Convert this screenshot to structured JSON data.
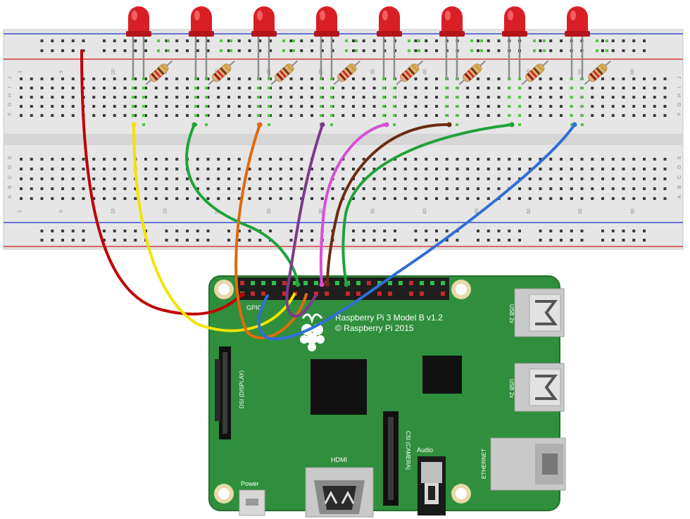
{
  "breadboard": {
    "row_letters": [
      "A",
      "B",
      "C",
      "D",
      "E",
      "F",
      "G",
      "H",
      "I",
      "J"
    ],
    "column_numbers": [
      "1",
      "5",
      "10",
      "15",
      "20",
      "25",
      "30",
      "35",
      "40",
      "45",
      "50",
      "55",
      "60"
    ],
    "color": "#e4e4e4",
    "rail_red": "#d23a3a",
    "rail_blue": "#3a4fcf"
  },
  "leds": {
    "count": 8,
    "color": "#d91f26"
  },
  "wires": {
    "colors": [
      "#c00000",
      "#f2e400",
      "#1fa33a",
      "#e06a10",
      "#7d3a8e",
      "#d94fd9",
      "#6b2b10",
      "#1fa33a",
      "#2f6fd6"
    ]
  },
  "board": {
    "title": "Raspberry Pi 3 Model B v1.2",
    "copyright": "© Raspberry Pi 2015",
    "gpio_label": "GPIO",
    "dsi_label": "DSI (DISPLAY)",
    "csi_label": "CSI (CAMERA)",
    "audio_label": "Audio",
    "hdmi_label": "HDMI",
    "power_label": "Power",
    "usb_label_1": "USB 2x",
    "usb_label_2": "USB 2x",
    "ethernet_label": "ETHERNET",
    "pcb_color": "#2f8f3c"
  }
}
